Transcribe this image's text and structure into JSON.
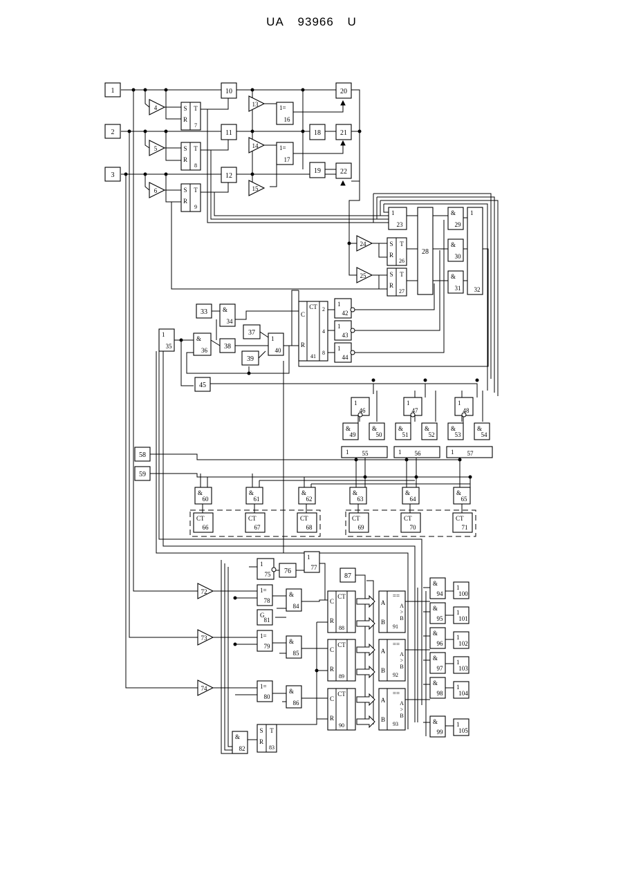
{
  "header": {
    "left": "UA",
    "number": "93966",
    "right": "U"
  },
  "labels": {
    "and": "&",
    "or": "1",
    "xor": "1=",
    "ct": "CT",
    "s": "S",
    "r": "R",
    "t": "T",
    "c": "C",
    "g": "G",
    "a": "A",
    "b": "B",
    "eq": "==",
    "gt": "A>B",
    "w2": "2",
    "w4": "4",
    "w8": "8"
  },
  "blocks": [
    {
      "id": "1",
      "text": "1"
    },
    {
      "id": "2",
      "text": "2"
    },
    {
      "id": "3",
      "text": "3"
    },
    {
      "id": "4",
      "text": "4"
    },
    {
      "id": "5",
      "text": "5"
    },
    {
      "id": "6",
      "text": "6"
    },
    {
      "id": "7",
      "text": "7"
    },
    {
      "id": "8",
      "text": "8"
    },
    {
      "id": "9",
      "text": "9"
    },
    {
      "id": "10",
      "text": "10"
    },
    {
      "id": "11",
      "text": "11"
    },
    {
      "id": "12",
      "text": "12"
    },
    {
      "id": "13",
      "text": "13"
    },
    {
      "id": "14",
      "text": "14"
    },
    {
      "id": "15",
      "text": "15"
    },
    {
      "id": "16",
      "text": "16"
    },
    {
      "id": "17",
      "text": "17"
    },
    {
      "id": "18",
      "text": "18"
    },
    {
      "id": "19",
      "text": "19"
    },
    {
      "id": "20",
      "text": "20"
    },
    {
      "id": "21",
      "text": "21"
    },
    {
      "id": "22",
      "text": "22"
    },
    {
      "id": "23",
      "text": "23"
    },
    {
      "id": "24",
      "text": "24"
    },
    {
      "id": "25",
      "text": "25"
    },
    {
      "id": "26",
      "text": "26"
    },
    {
      "id": "27",
      "text": "27"
    },
    {
      "id": "28",
      "text": "28"
    },
    {
      "id": "29",
      "text": "29"
    },
    {
      "id": "30",
      "text": "30"
    },
    {
      "id": "31",
      "text": "31"
    },
    {
      "id": "32",
      "text": "32"
    },
    {
      "id": "33",
      "text": "33"
    },
    {
      "id": "34",
      "text": "34"
    },
    {
      "id": "35",
      "text": "35"
    },
    {
      "id": "36",
      "text": "36"
    },
    {
      "id": "37",
      "text": "37"
    },
    {
      "id": "38",
      "text": "38"
    },
    {
      "id": "39",
      "text": "39"
    },
    {
      "id": "40",
      "text": "40"
    },
    {
      "id": "41",
      "text": "41"
    },
    {
      "id": "42",
      "text": "42"
    },
    {
      "id": "43",
      "text": "43"
    },
    {
      "id": "44",
      "text": "44"
    },
    {
      "id": "45",
      "text": "45"
    },
    {
      "id": "46",
      "text": "46"
    },
    {
      "id": "47",
      "text": "47"
    },
    {
      "id": "48",
      "text": "48"
    },
    {
      "id": "49",
      "text": "49"
    },
    {
      "id": "50",
      "text": "50"
    },
    {
      "id": "51",
      "text": "51"
    },
    {
      "id": "52",
      "text": "52"
    },
    {
      "id": "53",
      "text": "53"
    },
    {
      "id": "54",
      "text": "54"
    },
    {
      "id": "55",
      "text": "55"
    },
    {
      "id": "56",
      "text": "56"
    },
    {
      "id": "57",
      "text": "57"
    },
    {
      "id": "58",
      "text": "58"
    },
    {
      "id": "59",
      "text": "59"
    },
    {
      "id": "60",
      "text": "60"
    },
    {
      "id": "61",
      "text": "61"
    },
    {
      "id": "62",
      "text": "62"
    },
    {
      "id": "63",
      "text": "63"
    },
    {
      "id": "64",
      "text": "64"
    },
    {
      "id": "65",
      "text": "65"
    },
    {
      "id": "66",
      "text": "66"
    },
    {
      "id": "67",
      "text": "67"
    },
    {
      "id": "68",
      "text": "68"
    },
    {
      "id": "69",
      "text": "69"
    },
    {
      "id": "70",
      "text": "70"
    },
    {
      "id": "71",
      "text": "71"
    },
    {
      "id": "72",
      "text": "72"
    },
    {
      "id": "73",
      "text": "73"
    },
    {
      "id": "74",
      "text": "74"
    },
    {
      "id": "75",
      "text": "75"
    },
    {
      "id": "76",
      "text": "76"
    },
    {
      "id": "77",
      "text": "77"
    },
    {
      "id": "78",
      "text": "78"
    },
    {
      "id": "79",
      "text": "79"
    },
    {
      "id": "80",
      "text": "80"
    },
    {
      "id": "81",
      "text": "81"
    },
    {
      "id": "82",
      "text": "82"
    },
    {
      "id": "83",
      "text": "83"
    },
    {
      "id": "84",
      "text": "84"
    },
    {
      "id": "85",
      "text": "85"
    },
    {
      "id": "86",
      "text": "86"
    },
    {
      "id": "87",
      "text": "87"
    },
    {
      "id": "88",
      "text": "88"
    },
    {
      "id": "89",
      "text": "89"
    },
    {
      "id": "90",
      "text": "90"
    },
    {
      "id": "91",
      "text": "91"
    },
    {
      "id": "92",
      "text": "92"
    },
    {
      "id": "93",
      "text": "93"
    },
    {
      "id": "94",
      "text": "94"
    },
    {
      "id": "95",
      "text": "95"
    },
    {
      "id": "96",
      "text": "96"
    },
    {
      "id": "97",
      "text": "97"
    },
    {
      "id": "98",
      "text": "98"
    },
    {
      "id": "99",
      "text": "99"
    },
    {
      "id": "100",
      "text": "100"
    },
    {
      "id": "101",
      "text": "101"
    },
    {
      "id": "102",
      "text": "102"
    },
    {
      "id": "103",
      "text": "103"
    },
    {
      "id": "104",
      "text": "104"
    },
    {
      "id": "105",
      "text": "105"
    }
  ]
}
